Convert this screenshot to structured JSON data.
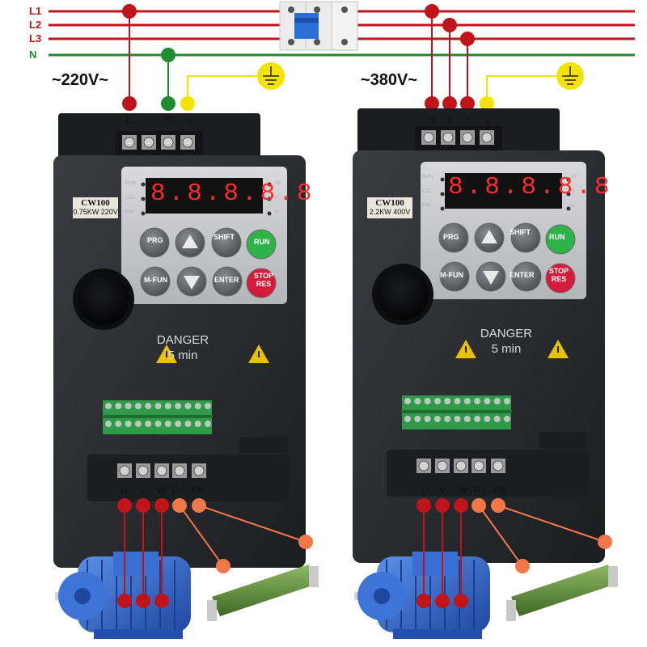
{
  "bus": {
    "line1": "L1",
    "line2": "L2",
    "line3": "L3",
    "neutral": "N"
  },
  "inverter_single_phase": {
    "voltage": "~220V~",
    "input_terminals": [
      "L",
      "N",
      "⏚"
    ],
    "model_name": "CW100",
    "model_rating": "0.75KW 220V",
    "display": "8.8.8.8.8",
    "indicators_left": [
      "RUN",
      "LOC",
      "F/R"
    ],
    "indicators_right": [
      "Hz",
      "A",
      "V"
    ],
    "buttons": {
      "prg": "PRG",
      "shift": "SHIFT",
      "run": "RUN",
      "mfun": "M-FUN",
      "enter": "ENTER",
      "stop": "STOP RES"
    },
    "danger_line1": "DANGER",
    "danger_line2": "5 min",
    "output_terminals": [
      "U",
      "V",
      "W",
      "P+",
      "PB"
    ]
  },
  "inverter_three_phase": {
    "voltage": "~380V~",
    "input_terminals": [
      "R",
      "S",
      "T",
      "⏚"
    ],
    "model_name": "CW100",
    "model_rating": "2.2KW 400V",
    "display": "8.8.8.8.8",
    "indicators_left": [
      "RUN",
      "LOC",
      "F/R"
    ],
    "indicators_right": [
      "Hz",
      "A",
      "V"
    ],
    "buttons": {
      "prg": "PRG",
      "shift": "SHIFT",
      "run": "RUN",
      "mfun": "M-FUN",
      "enter": "ENTER",
      "stop": "STOP RES"
    },
    "danger_line1": "DANGER",
    "danger_line2": "5 min",
    "output_terminals": [
      "U",
      "V",
      "W",
      "P+",
      "PB"
    ]
  },
  "colors": {
    "live": "#c0141b",
    "neutral": "#1f8a2e",
    "ground": "#f2e400",
    "brake": "#f07848",
    "inverter_body": "#2a2c30",
    "motor": "#2f64c8",
    "resistor": "#5f8a3a"
  }
}
